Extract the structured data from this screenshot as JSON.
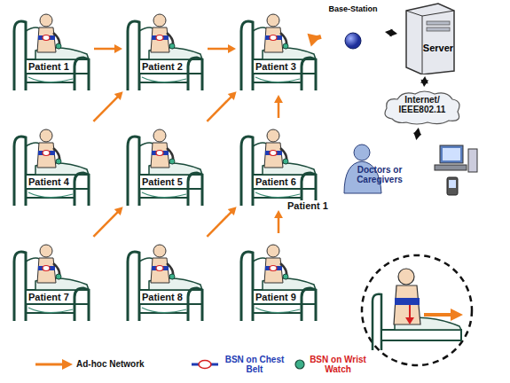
{
  "diagram": {
    "nodes": [
      {
        "text": [
          "Patient 1"
        ]
      },
      {
        "text": [
          "Patient 2"
        ]
      },
      {
        "text": [
          "Patient 3"
        ]
      },
      {
        "text": [
          "Patient 4"
        ]
      },
      {
        "text": [
          "Patient 5"
        ]
      },
      {
        "text": [
          "Patient 6"
        ]
      },
      {
        "text": [
          "Patient 7"
        ]
      },
      {
        "text": [
          "Patient 8"
        ]
      },
      {
        "text": [
          "Patient 9"
        ]
      },
      {
        "text": [
          "Base-Station"
        ]
      },
      {
        "text": [
          "Server"
        ]
      },
      {
        "text": [
          "Internet/ IEEE802.11"
        ]
      },
      {
        "text": [
          "Doctors or Caregivers"
        ]
      }
    ],
    "edges": [
      {
        "from": 0,
        "to": 1,
        "arrow": "to"
      },
      {
        "from": 1,
        "to": 2,
        "arrow": "to"
      },
      {
        "from": 2,
        "to": 9,
        "arrow": "to"
      },
      {
        "from": 3,
        "to": 1,
        "arrow": "to"
      },
      {
        "from": 4,
        "to": 2,
        "arrow": "to"
      },
      {
        "from": 5,
        "to": 2,
        "arrow": "to"
      },
      {
        "from": 6,
        "to": 4,
        "arrow": "to"
      },
      {
        "from": 7,
        "to": 5,
        "arrow": "to"
      },
      {
        "from": 8,
        "to": 5,
        "arrow": "to"
      },
      {
        "from": 9,
        "to": 10,
        "arrow": "both"
      },
      {
        "from": 10,
        "to": 11,
        "arrow": "both"
      },
      {
        "from": 11,
        "to": 12,
        "arrow": "both"
      }
    ],
    "labels": [
      "Patient 1"
    ],
    "legend": [
      {
        "text": "Ad-hoc Network"
      },
      {
        "text": "BSN on Chest Belt"
      },
      {
        "text": "BSN on Wrist Watch"
      }
    ]
  }
}
